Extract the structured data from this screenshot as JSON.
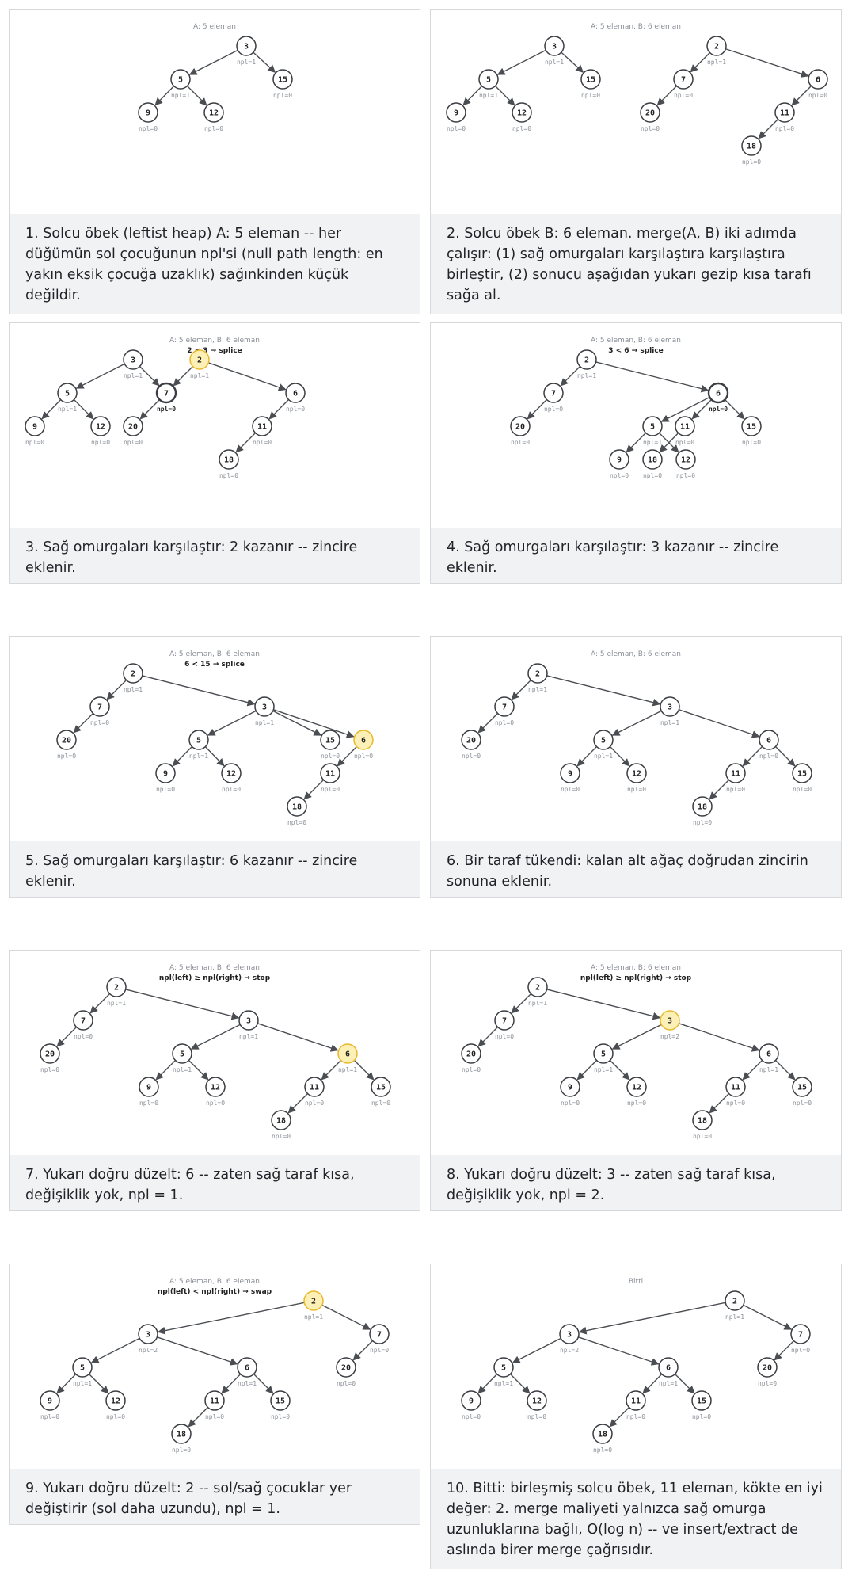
{
  "colors": {
    "node_fill": "#ffffff",
    "node_stroke": "#3a3d42",
    "highlight_fill": "#fdf0b6",
    "highlight_stroke": "#e8b92e",
    "edge": "#4a4d52"
  },
  "panels": [
    {
      "header": "A: 5 eleman",
      "subtitle": "",
      "caption": "1. Solcu öbek (leftist heap) A: 5 eleman -- her düğümün sol çocuğunun npl'si (null path length: en yakın eksik çocuğa uzaklık) sağınkinden küçük değildir.",
      "nodes": [
        {
          "id": "n3",
          "label": "3",
          "npl": "npl=1"
        },
        {
          "id": "n5",
          "label": "5",
          "npl": "npl=1"
        },
        {
          "id": "n15",
          "label": "15",
          "npl": "npl=0"
        },
        {
          "id": "n9",
          "label": "9",
          "npl": "npl=0"
        },
        {
          "id": "n12",
          "label": "12",
          "npl": "npl=0"
        }
      ],
      "edges": [
        [
          "n3",
          "n5"
        ],
        [
          "n3",
          "n15"
        ],
        [
          "n5",
          "n9"
        ],
        [
          "n5",
          "n12"
        ]
      ]
    },
    {
      "header": "A: 5 eleman, B: 6 eleman",
      "subtitle": "",
      "caption": "2. Solcu öbek B: 6 eleman. merge(A, B) iki adımda çalışır: (1) sağ omurgaları karşılaştıra karşılaştıra birleştir, (2) sonucu aşağıdan yukarı gezip kısa tarafı sağa al.",
      "nodes": [
        {
          "id": "n3",
          "label": "3",
          "npl": "npl=1"
        },
        {
          "id": "n5",
          "label": "5",
          "npl": "npl=1"
        },
        {
          "id": "n15",
          "label": "15",
          "npl": "npl=0"
        },
        {
          "id": "n9",
          "label": "9",
          "npl": "npl=0"
        },
        {
          "id": "n12",
          "label": "12",
          "npl": "npl=0"
        },
        {
          "id": "n2",
          "label": "2",
          "npl": "npl=1"
        },
        {
          "id": "n7",
          "label": "7",
          "npl": "npl=0"
        },
        {
          "id": "n6",
          "label": "6",
          "npl": "npl=0"
        },
        {
          "id": "n20",
          "label": "20",
          "npl": "npl=0"
        },
        {
          "id": "n11",
          "label": "11",
          "npl": "npl=0"
        },
        {
          "id": "n18",
          "label": "18",
          "npl": "npl=0"
        }
      ],
      "edges": [
        [
          "n3",
          "n5"
        ],
        [
          "n3",
          "n15"
        ],
        [
          "n5",
          "n9"
        ],
        [
          "n5",
          "n12"
        ],
        [
          "n2",
          "n7"
        ],
        [
          "n2",
          "n6"
        ],
        [
          "n7",
          "n20"
        ],
        [
          "n6",
          "n11"
        ],
        [
          "n11",
          "n18"
        ]
      ]
    },
    {
      "header": "A: 5 eleman, B: 6 eleman",
      "subtitle": "2 < 3 → splice",
      "caption": "3. Sağ omurgaları karşılaştır: 2 kazanır -- zincire eklenir.",
      "nodes": [
        {
          "id": "n3",
          "label": "3",
          "npl": "npl=1"
        },
        {
          "id": "n5",
          "label": "5",
          "npl": "npl=1"
        },
        {
          "id": "n7",
          "label": "7",
          "npl": "npl=0",
          "bold": true
        },
        {
          "id": "n9",
          "label": "9",
          "npl": "npl=0"
        },
        {
          "id": "n12",
          "label": "12",
          "npl": "npl=0"
        },
        {
          "id": "n2",
          "label": "2",
          "npl": "npl=1",
          "hl": true
        },
        {
          "id": "n6",
          "label": "6",
          "npl": "npl=0"
        },
        {
          "id": "n20",
          "label": "20",
          "npl": "npl=0"
        },
        {
          "id": "n11",
          "label": "11",
          "npl": "npl=0"
        },
        {
          "id": "n18",
          "label": "18",
          "npl": "npl=0"
        }
      ],
      "edges": [
        [
          "n3",
          "n5"
        ],
        [
          "n3",
          "n7"
        ],
        [
          "n5",
          "n9"
        ],
        [
          "n5",
          "n12"
        ],
        [
          "n2",
          "n7"
        ],
        [
          "n2",
          "n6"
        ],
        [
          "n7",
          "n20"
        ],
        [
          "n6",
          "n11"
        ],
        [
          "n11",
          "n18"
        ]
      ]
    },
    {
      "header": "A: 5 eleman, B: 6 eleman",
      "subtitle": "3 < 6 → splice",
      "caption": "4. Sağ omurgaları karşılaştır: 3 kazanır -- zincire eklenir.",
      "nodes": [
        {
          "id": "n2",
          "label": "2",
          "npl": "npl=1"
        },
        {
          "id": "n7",
          "label": "7",
          "npl": "npl=0"
        },
        {
          "id": "n6",
          "label": "6",
          "npl": "npl=0",
          "bold": true
        },
        {
          "id": "n20",
          "label": "20",
          "npl": "npl=0"
        },
        {
          "id": "n5",
          "label": "5",
          "npl": "npl=1"
        },
        {
          "id": "n11",
          "label": "11",
          "npl": "npl=0"
        },
        {
          "id": "n15",
          "label": "15",
          "npl": "npl=0"
        },
        {
          "id": "n9",
          "label": "9",
          "npl": "npl=0"
        },
        {
          "id": "n18",
          "label": "18",
          "npl": "npl=0"
        },
        {
          "id": "n12",
          "label": "12",
          "npl": "npl=0"
        }
      ],
      "edges": [
        [
          "n2",
          "n7"
        ],
        [
          "n2",
          "n6"
        ],
        [
          "n7",
          "n20"
        ],
        [
          "n6",
          "n5"
        ],
        [
          "n6",
          "n11"
        ],
        [
          "n6",
          "n15"
        ],
        [
          "n5",
          "n9"
        ],
        [
          "n5",
          "n12"
        ],
        [
          "n11",
          "n18"
        ]
      ]
    },
    {
      "header": "A: 5 eleman, B: 6 eleman",
      "subtitle": "6 < 15 → splice",
      "caption": "5. Sağ omurgaları karşılaştır: 6 kazanır -- zincire eklenir.",
      "nodes": [
        {
          "id": "n2",
          "label": "2",
          "npl": "npl=1"
        },
        {
          "id": "n7",
          "label": "7",
          "npl": "npl=0"
        },
        {
          "id": "n3",
          "label": "3",
          "npl": "npl=1"
        },
        {
          "id": "n20",
          "label": "20",
          "npl": "npl=0"
        },
        {
          "id": "n5",
          "label": "5",
          "npl": "npl=1"
        },
        {
          "id": "n15",
          "label": "15",
          "npl": "npl=0"
        },
        {
          "id": "n6",
          "label": "6",
          "npl": "npl=0",
          "hl": true
        },
        {
          "id": "n9",
          "label": "9",
          "npl": "npl=0"
        },
        {
          "id": "n12",
          "label": "12",
          "npl": "npl=0"
        },
        {
          "id": "n11",
          "label": "11",
          "npl": "npl=0"
        },
        {
          "id": "n18",
          "label": "18",
          "npl": "npl=0"
        }
      ],
      "edges": [
        [
          "n2",
          "n7"
        ],
        [
          "n2",
          "n3"
        ],
        [
          "n7",
          "n20"
        ],
        [
          "n3",
          "n5"
        ],
        [
          "n3",
          "n15"
        ],
        [
          "n3",
          "n6"
        ],
        [
          "n5",
          "n9"
        ],
        [
          "n5",
          "n12"
        ],
        [
          "n6",
          "n11"
        ],
        [
          "n11",
          "n18"
        ]
      ]
    },
    {
      "header": "A: 5 eleman, B: 6 eleman",
      "subtitle": "",
      "caption": "6. Bir taraf tükendi: kalan alt ağaç doğrudan zincirin sonuna eklenir.",
      "nodes": [
        {
          "id": "n2",
          "label": "2",
          "npl": "npl=1"
        },
        {
          "id": "n7",
          "label": "7",
          "npl": "npl=0"
        },
        {
          "id": "n3",
          "label": "3",
          "npl": "npl=1"
        },
        {
          "id": "n20",
          "label": "20",
          "npl": "npl=0"
        },
        {
          "id": "n5",
          "label": "5",
          "npl": "npl=1"
        },
        {
          "id": "n6",
          "label": "6",
          "npl": "npl=0"
        },
        {
          "id": "n9",
          "label": "9",
          "npl": "npl=0"
        },
        {
          "id": "n12",
          "label": "12",
          "npl": "npl=0"
        },
        {
          "id": "n11",
          "label": "11",
          "npl": "npl=0"
        },
        {
          "id": "n15",
          "label": "15",
          "npl": "npl=0"
        },
        {
          "id": "n18",
          "label": "18",
          "npl": "npl=0"
        }
      ],
      "edges": [
        [
          "n2",
          "n7"
        ],
        [
          "n2",
          "n3"
        ],
        [
          "n7",
          "n20"
        ],
        [
          "n3",
          "n5"
        ],
        [
          "n3",
          "n6"
        ],
        [
          "n5",
          "n9"
        ],
        [
          "n5",
          "n12"
        ],
        [
          "n6",
          "n11"
        ],
        [
          "n6",
          "n15"
        ],
        [
          "n11",
          "n18"
        ]
      ]
    },
    {
      "header": "A: 5 eleman, B: 6 eleman",
      "subtitle": "npl(left) ≥ npl(right) → stop",
      "caption": "7. Yukarı doğru düzelt: 6 -- zaten sağ taraf kısa, değişiklik yok, npl = 1.",
      "nodes": [
        {
          "id": "n2",
          "label": "2",
          "npl": "npl=1"
        },
        {
          "id": "n7",
          "label": "7",
          "npl": "npl=0"
        },
        {
          "id": "n3",
          "label": "3",
          "npl": "npl=1"
        },
        {
          "id": "n20",
          "label": "20",
          "npl": "npl=0"
        },
        {
          "id": "n5",
          "label": "5",
          "npl": "npl=1"
        },
        {
          "id": "n6",
          "label": "6",
          "npl": "npl=1",
          "hl": true
        },
        {
          "id": "n9",
          "label": "9",
          "npl": "npl=0"
        },
        {
          "id": "n12",
          "label": "12",
          "npl": "npl=0"
        },
        {
          "id": "n11",
          "label": "11",
          "npl": "npl=0"
        },
        {
          "id": "n15",
          "label": "15",
          "npl": "npl=0"
        },
        {
          "id": "n18",
          "label": "18",
          "npl": "npl=0"
        }
      ],
      "edges": [
        [
          "n2",
          "n7"
        ],
        [
          "n2",
          "n3"
        ],
        [
          "n7",
          "n20"
        ],
        [
          "n3",
          "n5"
        ],
        [
          "n3",
          "n6"
        ],
        [
          "n5",
          "n9"
        ],
        [
          "n5",
          "n12"
        ],
        [
          "n6",
          "n11"
        ],
        [
          "n6",
          "n15"
        ],
        [
          "n11",
          "n18"
        ]
      ]
    },
    {
      "header": "A: 5 eleman, B: 6 eleman",
      "subtitle": "npl(left) ≥ npl(right) → stop",
      "caption": "8. Yukarı doğru düzelt: 3 -- zaten sağ taraf kısa, değişiklik yok, npl = 2.",
      "nodes": [
        {
          "id": "n2",
          "label": "2",
          "npl": "npl=1"
        },
        {
          "id": "n7",
          "label": "7",
          "npl": "npl=0"
        },
        {
          "id": "n3",
          "label": "3",
          "npl": "npl=2",
          "hl": true
        },
        {
          "id": "n20",
          "label": "20",
          "npl": "npl=0"
        },
        {
          "id": "n5",
          "label": "5",
          "npl": "npl=1"
        },
        {
          "id": "n6",
          "label": "6",
          "npl": "npl=1"
        },
        {
          "id": "n9",
          "label": "9",
          "npl": "npl=0"
        },
        {
          "id": "n12",
          "label": "12",
          "npl": "npl=0"
        },
        {
          "id": "n11",
          "label": "11",
          "npl": "npl=0"
        },
        {
          "id": "n15",
          "label": "15",
          "npl": "npl=0"
        },
        {
          "id": "n18",
          "label": "18",
          "npl": "npl=0"
        }
      ],
      "edges": [
        [
          "n2",
          "n7"
        ],
        [
          "n2",
          "n3"
        ],
        [
          "n7",
          "n20"
        ],
        [
          "n3",
          "n5"
        ],
        [
          "n3",
          "n6"
        ],
        [
          "n5",
          "n9"
        ],
        [
          "n5",
          "n12"
        ],
        [
          "n6",
          "n11"
        ],
        [
          "n6",
          "n15"
        ],
        [
          "n11",
          "n18"
        ]
      ]
    },
    {
      "header": "A: 5 eleman, B: 6 eleman",
      "subtitle": "npl(left) < npl(right) → swap",
      "caption": "9. Yukarı doğru düzelt: 2 -- sol/sağ çocuklar yer değiştirir (sol daha uzundu), npl = 1.",
      "nodes": [
        {
          "id": "n2",
          "label": "2",
          "npl": "npl=1",
          "hl": true
        },
        {
          "id": "n3",
          "label": "3",
          "npl": "npl=2"
        },
        {
          "id": "n7",
          "label": "7",
          "npl": "npl=0"
        },
        {
          "id": "n5",
          "label": "5",
          "npl": "npl=1"
        },
        {
          "id": "n6",
          "label": "6",
          "npl": "npl=1"
        },
        {
          "id": "n20",
          "label": "20",
          "npl": "npl=0"
        },
        {
          "id": "n9",
          "label": "9",
          "npl": "npl=0"
        },
        {
          "id": "n12",
          "label": "12",
          "npl": "npl=0"
        },
        {
          "id": "n11",
          "label": "11",
          "npl": "npl=0"
        },
        {
          "id": "n15",
          "label": "15",
          "npl": "npl=0"
        },
        {
          "id": "n18",
          "label": "18",
          "npl": "npl=0"
        }
      ],
      "edges": [
        [
          "n2",
          "n3"
        ],
        [
          "n2",
          "n7"
        ],
        [
          "n3",
          "n5"
        ],
        [
          "n3",
          "n6"
        ],
        [
          "n7",
          "n20"
        ],
        [
          "n5",
          "n9"
        ],
        [
          "n5",
          "n12"
        ],
        [
          "n6",
          "n11"
        ],
        [
          "n6",
          "n15"
        ],
        [
          "n11",
          "n18"
        ]
      ]
    },
    {
      "header": "Bitti",
      "subtitle": "",
      "caption": "10. Bitti: birleşmiş solcu öbek, 11 eleman, kökte en iyi değer: 2. merge maliyeti yalnızca sağ omurga uzunluklarına bağlı, O(log n) -- ve insert/extract de aslında birer merge çağrısıdır.",
      "nodes": [
        {
          "id": "n2",
          "label": "2",
          "npl": "npl=1"
        },
        {
          "id": "n3",
          "label": "3",
          "npl": "npl=2"
        },
        {
          "id": "n7",
          "label": "7",
          "npl": "npl=0"
        },
        {
          "id": "n5",
          "label": "5",
          "npl": "npl=1"
        },
        {
          "id": "n6",
          "label": "6",
          "npl": "npl=1"
        },
        {
          "id": "n20",
          "label": "20",
          "npl": "npl=0"
        },
        {
          "id": "n9",
          "label": "9",
          "npl": "npl=0"
        },
        {
          "id": "n12",
          "label": "12",
          "npl": "npl=0"
        },
        {
          "id": "n11",
          "label": "11",
          "npl": "npl=0"
        },
        {
          "id": "n15",
          "label": "15",
          "npl": "npl=0"
        },
        {
          "id": "n18",
          "label": "18",
          "npl": "npl=0"
        }
      ],
      "edges": [
        [
          "n2",
          "n3"
        ],
        [
          "n2",
          "n7"
        ],
        [
          "n3",
          "n5"
        ],
        [
          "n3",
          "n6"
        ],
        [
          "n7",
          "n20"
        ],
        [
          "n5",
          "n9"
        ],
        [
          "n5",
          "n12"
        ],
        [
          "n6",
          "n11"
        ],
        [
          "n6",
          "n15"
        ],
        [
          "n11",
          "n18"
        ]
      ]
    }
  ]
}
